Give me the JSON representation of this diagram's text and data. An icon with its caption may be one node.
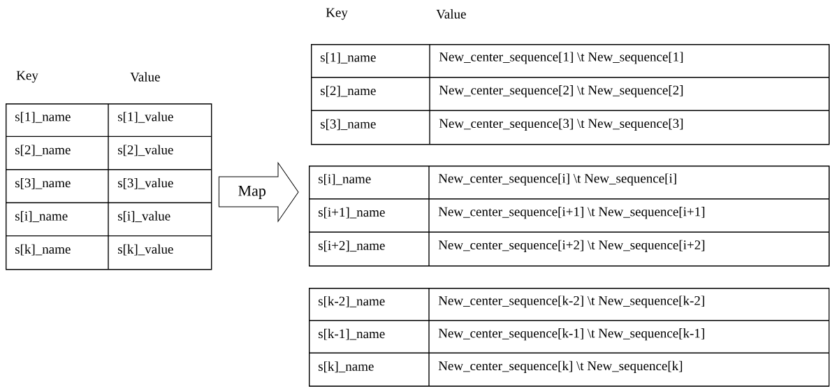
{
  "diagram": {
    "nodes": [
      {
        "text": [
          "s[1]_name",
          "s[1]_value",
          "s[2]_name",
          "s[2]_value",
          "s[3]_name",
          "s[3]_value",
          "s[i]_name",
          "s[i]_value",
          "s[k]_name",
          "s[k]_value"
        ]
      },
      {
        "text": [
          "s[1]_name",
          "New_center_sequence[1] \\t New_sequence[1]",
          "s[2]_name",
          "New_center_sequence[2] \\t New_sequence[2]",
          "s[3]_name",
          "New_center_sequence[3] \\t New_sequence[3]"
        ]
      },
      {
        "text": [
          "s[i]_name",
          "New_center_sequence[i] \\t New_sequence[i]",
          "s[i+1]_name",
          "New_center_sequence[i+1] \\t New_sequence[i+1]",
          "s[i+2]_name",
          "New_center_sequence[i+2] \\t New_sequence[i+2]"
        ]
      },
      {
        "text": [
          "s[k-2]_name",
          "New_center_sequence[k-2] \\t New_sequence[k-2]",
          "s[k-1]_name",
          "New_center_sequence[k-1] \\t New_sequence[k-1]",
          "s[k]_name",
          "New_center_sequence[k] \\t New_sequence[k]"
        ]
      }
    ],
    "edges": [
      {
        "from": 0,
        "to": 2,
        "arrow": "to",
        "label": "Map"
      }
    ],
    "labels": [
      "Key",
      "Value",
      "Key",
      "Value"
    ]
  }
}
